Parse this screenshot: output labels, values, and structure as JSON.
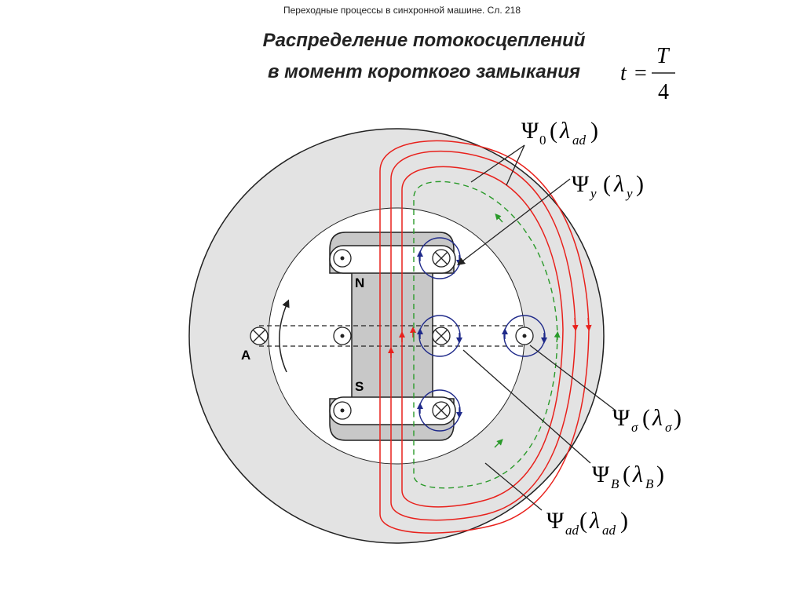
{
  "header": {
    "subtitle": "Переходные процессы в синхронной машине. Сл. 218"
  },
  "title": {
    "line1": "Распределение потокосцеплений",
    "line2": "в момент короткого замыкания",
    "formula": {
      "var": "t",
      "eq": "=",
      "num": "T",
      "den": "4"
    }
  },
  "diagram": {
    "poles": {
      "north": "N",
      "south": "S"
    },
    "phase_label": "A",
    "labels": [
      {
        "id": "psi0",
        "sym": "Ψ",
        "sub": "0",
        "paren_open": "(",
        "lam": "λ",
        "lam_sub": "ad",
        "paren_close": ")"
      },
      {
        "id": "psiy",
        "sym": "Ψ",
        "sub": "y",
        "paren_open": "(",
        "lam": "λ",
        "lam_sub": "y",
        "paren_close": ")"
      },
      {
        "id": "psisigma",
        "sym": "Ψ",
        "sub": "σ",
        "paren_open": "(",
        "lam": "λ",
        "lam_sub": "σ",
        "paren_close": ")"
      },
      {
        "id": "psiB",
        "sym": "Ψ",
        "sub": "B",
        "paren_open": "(",
        "lam": "λ",
        "lam_sub": "B",
        "paren_close": ")"
      },
      {
        "id": "psiad",
        "sym": "Ψ",
        "sub": "ad",
        "paren_open": "(",
        "lam": "λ",
        "lam_sub": "ad",
        "paren_close": ")"
      }
    ],
    "colors": {
      "stator": "#e3e3e3",
      "rotor_core": "#c8c8c8",
      "flux_red": "#e8211c",
      "flux_green": "#2a9a2a",
      "leakage_blue": "#1f2a8a",
      "outline": "#222222"
    }
  }
}
